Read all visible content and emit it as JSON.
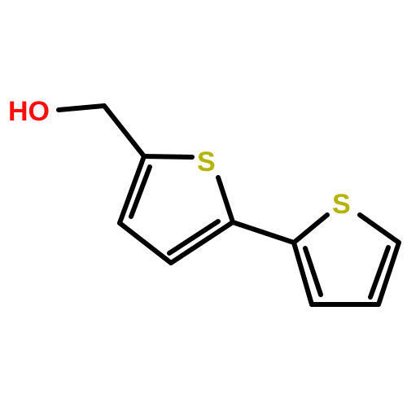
{
  "molecule": {
    "atoms": [
      {
        "id": "hydroxyl",
        "label": "HO",
        "color": "#ff0d0d"
      },
      {
        "id": "sulfur-ring-1",
        "label": "S",
        "color": "#b3b300"
      },
      {
        "id": "sulfur-ring-2",
        "label": "S",
        "color": "#b3b300"
      }
    ],
    "bond_color": "#000000",
    "background": "#ffffff"
  }
}
